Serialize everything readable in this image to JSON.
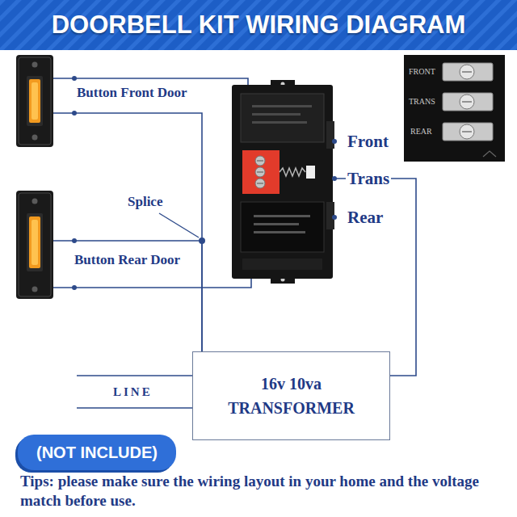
{
  "diagram": {
    "title": "DOORBELL KIT WIRING DIAGRAM",
    "nodes": [
      {
        "text": [
          "Button Front Door"
        ]
      },
      {
        "text": [
          "Button Rear Door"
        ]
      },
      {
        "text": [
          "Front",
          "Trans",
          "Rear"
        ]
      },
      {
        "text": [
          "16v 10va TRANSFORMER"
        ]
      },
      {
        "text": [
          "(NOT INCLUDE)"
        ]
      }
    ],
    "edges": [
      {
        "from": 0,
        "to": 2,
        "arrow": "none"
      },
      {
        "from": 0,
        "to": 3,
        "arrow": "none"
      },
      {
        "from": 1,
        "to": 3,
        "arrow": "none"
      },
      {
        "from": 1,
        "to": 2,
        "arrow": "none"
      },
      {
        "from": 2,
        "to": 3,
        "arrow": "none"
      }
    ],
    "labels": [
      "Splice",
      "FRONT",
      "TRANS",
      "REAR",
      "LINE",
      "Tips: please make sure the wiring layout in your home and the voltage match before use."
    ]
  }
}
